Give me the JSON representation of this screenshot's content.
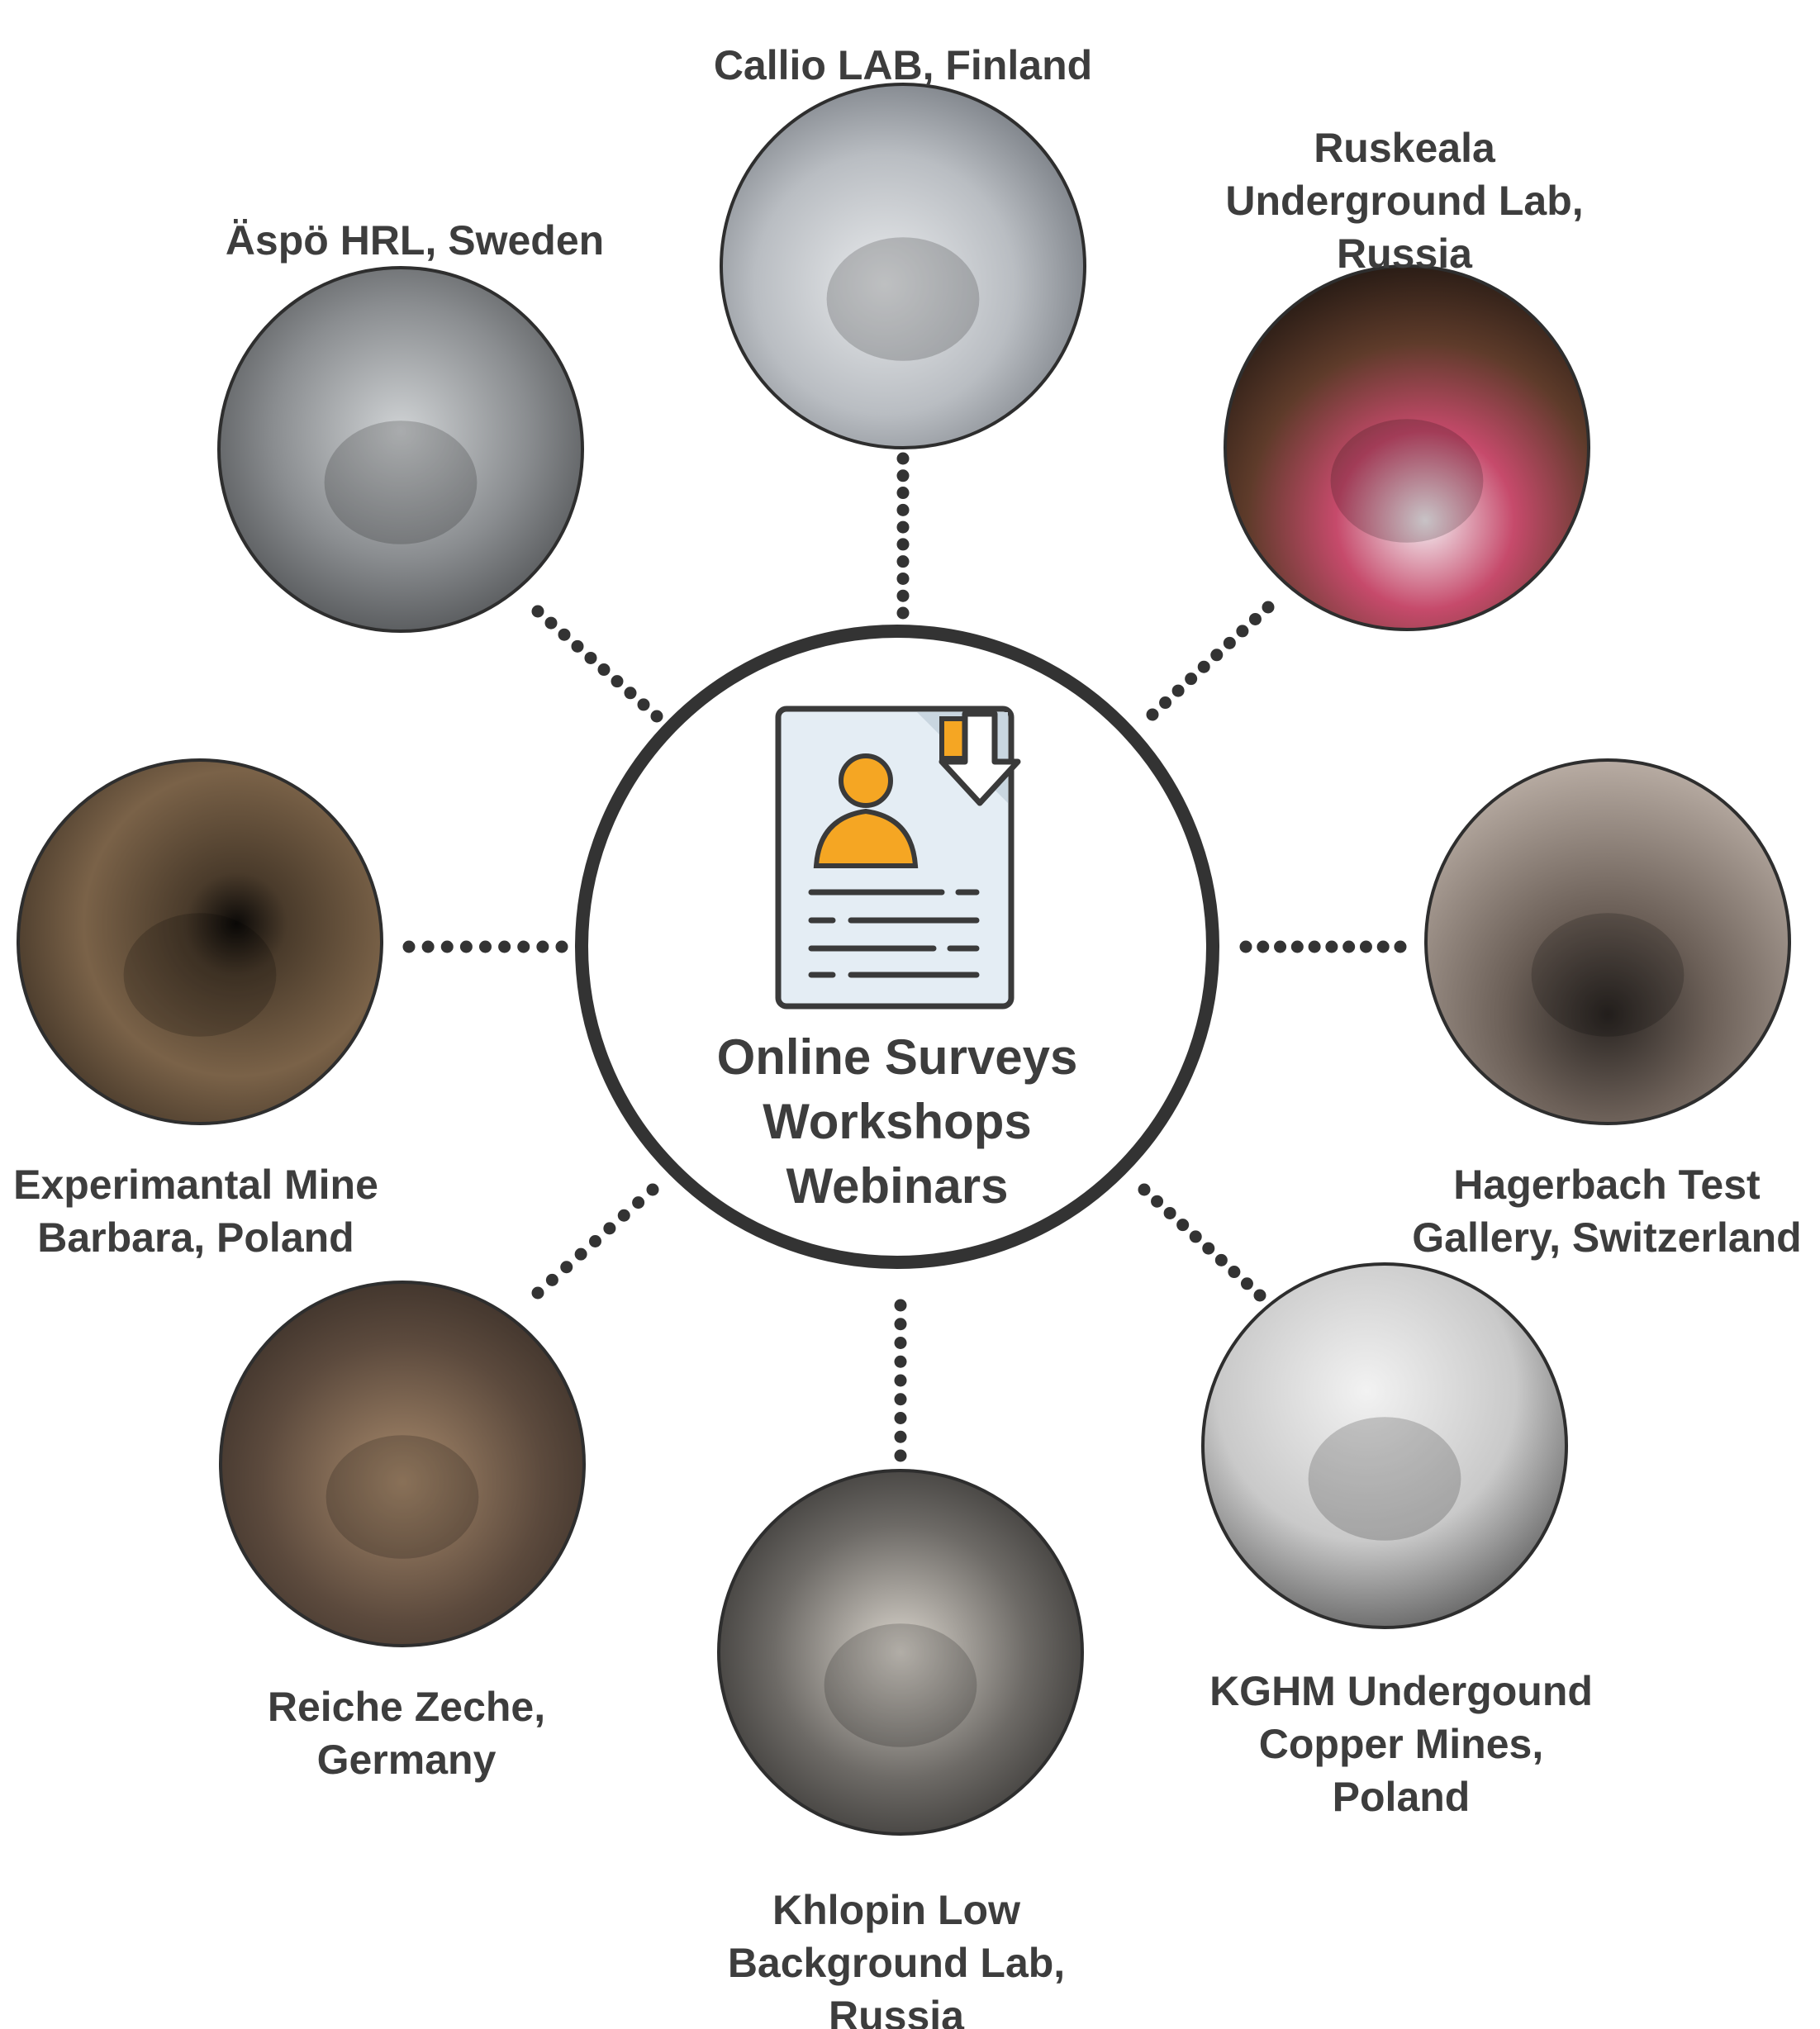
{
  "hub": {
    "icon": "survey-document-download-icon",
    "lines": [
      "Online Surveys",
      "Workshops",
      "Webinars"
    ],
    "ring_color": "#333333",
    "icon_accent": "#f5a623"
  },
  "connector_color": "#333333",
  "text_color": "#3d3d3d",
  "sites": [
    {
      "id": "callio",
      "label_lines": [
        "Callio LAB, Finland"
      ]
    },
    {
      "id": "ruskeala",
      "label_lines": [
        "Ruskeala",
        "Underground Lab,",
        "Russia"
      ]
    },
    {
      "id": "hagerbach",
      "label_lines": [
        "Hagerbach Test",
        "Gallery, Switzerland"
      ]
    },
    {
      "id": "kghm",
      "label_lines": [
        "KGHM Undergound",
        "Copper Mines,",
        "Poland"
      ]
    },
    {
      "id": "khlopin",
      "label_lines": [
        "Khlopin Low",
        "Background Lab,",
        "Russia"
      ]
    },
    {
      "id": "reiche",
      "label_lines": [
        "Reiche Zeche,",
        "Germany"
      ]
    },
    {
      "id": "barbara",
      "label_lines": [
        "Experimantal Mine",
        "Barbara, Poland"
      ]
    },
    {
      "id": "aspo",
      "label_lines": [
        "Äspö HRL, Sweden"
      ]
    }
  ]
}
